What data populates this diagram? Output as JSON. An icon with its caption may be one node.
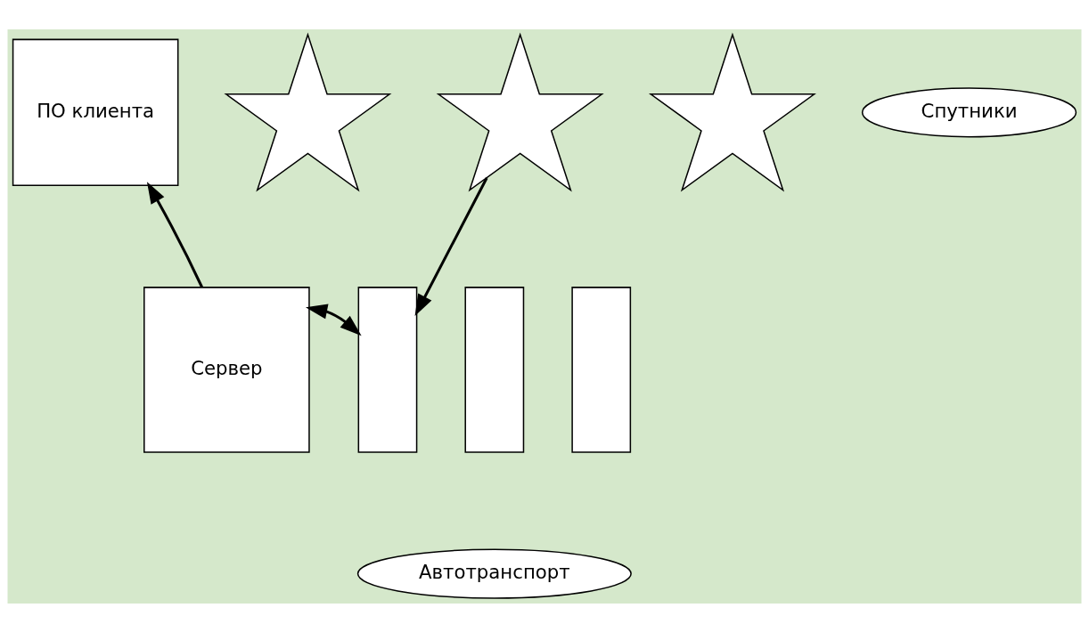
{
  "diagram": {
    "nodes": [
      {
        "text": [
          "ПО клиента"
        ]
      },
      {
        "text": [],
        "shape": "star"
      },
      {
        "text": [],
        "shape": "star"
      },
      {
        "text": [],
        "shape": "star"
      },
      {
        "text": [
          "Спутники"
        ]
      },
      {
        "text": [
          "Сервер"
        ]
      },
      {
        "text": [],
        "shape": "bar"
      },
      {
        "text": [],
        "shape": "bar"
      },
      {
        "text": [],
        "shape": "bar"
      },
      {
        "text": [
          "Автотранспорт"
        ]
      }
    ],
    "edges": [
      {
        "from": 5,
        "to": 0,
        "arrow": "to"
      },
      {
        "from": 2,
        "to": 6,
        "arrow": "to"
      },
      {
        "from": 5,
        "to": 6,
        "arrow": "both"
      }
    ]
  }
}
